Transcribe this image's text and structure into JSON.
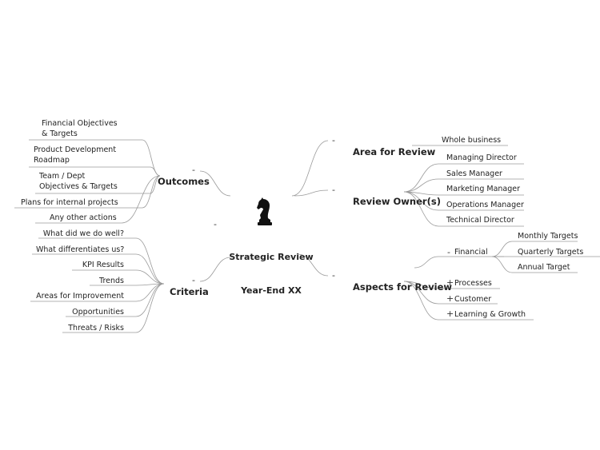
{
  "central": {
    "line1": "Strategic Review",
    "line2": "Year-End XX",
    "icon": "chess-knight-icon"
  },
  "expander": "-",
  "branches": {
    "outcomes": {
      "label": "Outcomes",
      "toggle": "-",
      "items": [
        {
          "line1": "Financial Objectives",
          "line2": "& Targets"
        },
        {
          "line1": "Product Development",
          "line2": "Roadmap"
        },
        {
          "line1": "Team / Dept",
          "line2": "Objectives & Targets"
        },
        {
          "line1": "Plans for internal projects"
        },
        {
          "line1": "Any other actions"
        }
      ]
    },
    "criteria": {
      "label": "Criteria",
      "toggle": "-",
      "items": [
        {
          "line1": "What did we do well?"
        },
        {
          "line1": "What differentiates us?"
        },
        {
          "line1": "KPI Results"
        },
        {
          "line1": "Trends"
        },
        {
          "line1": "Areas for Improvement"
        },
        {
          "line1": "Opportunities"
        },
        {
          "line1": "Threats / Risks"
        }
      ]
    },
    "area": {
      "label": "Area for Review",
      "toggle": "-",
      "items": [
        {
          "line1": "Whole business"
        }
      ]
    },
    "owner": {
      "label": "Review Owner(s)",
      "toggle": "-",
      "items": [
        {
          "line1": "Managing Director"
        },
        {
          "line1": "Sales Manager"
        },
        {
          "line1": "Marketing Manager"
        },
        {
          "line1": "Operations Manager"
        },
        {
          "line1": "Technical Director"
        }
      ]
    },
    "aspects": {
      "label": "Aspects for Review",
      "toggle": "-",
      "items": [
        {
          "line1": "Financial",
          "toggle": "-",
          "children": [
            "Monthly Targets",
            "Quarterly Targets",
            "Annual Target"
          ]
        },
        {
          "line1": "Processes",
          "toggle": "+"
        },
        {
          "line1": "Customer",
          "toggle": "+"
        },
        {
          "line1": "Learning & Growth",
          "toggle": "+"
        }
      ]
    }
  },
  "colors": {
    "line": "#9a9a9a",
    "text": "#222222"
  }
}
